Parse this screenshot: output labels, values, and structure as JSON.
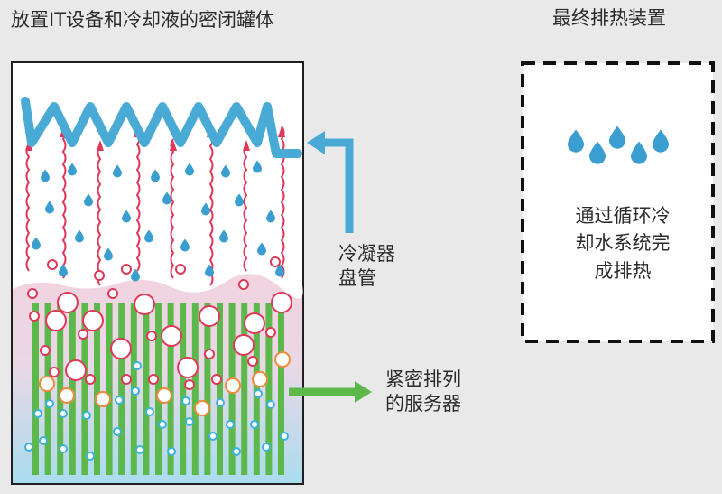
{
  "tank": {
    "title": "放置IT设备和冷却液的密闭罐体"
  },
  "heat_rejection": {
    "title": "最终排热装置",
    "description_lines": [
      "通过循环冷",
      "却水系统完",
      "成排热"
    ]
  },
  "labels": {
    "condenser_coil": [
      "冷凝器",
      "盘管"
    ],
    "servers": [
      "紧密排列",
      "的服务器"
    ]
  },
  "colors": {
    "coil_blue": "#4aaad6",
    "heat_red": "#c8374a",
    "server_green": "#5cb84a",
    "vapor_pink": "#e0385a",
    "bubble_orange": "#ee8a3a",
    "cool_bubble_blue": "#3bb3dc",
    "droplet_blue": "#3a9fd0",
    "liquid_top": "#f2d3df",
    "liquid_bottom": "#a9dcee",
    "background": "#e9e9e9"
  }
}
